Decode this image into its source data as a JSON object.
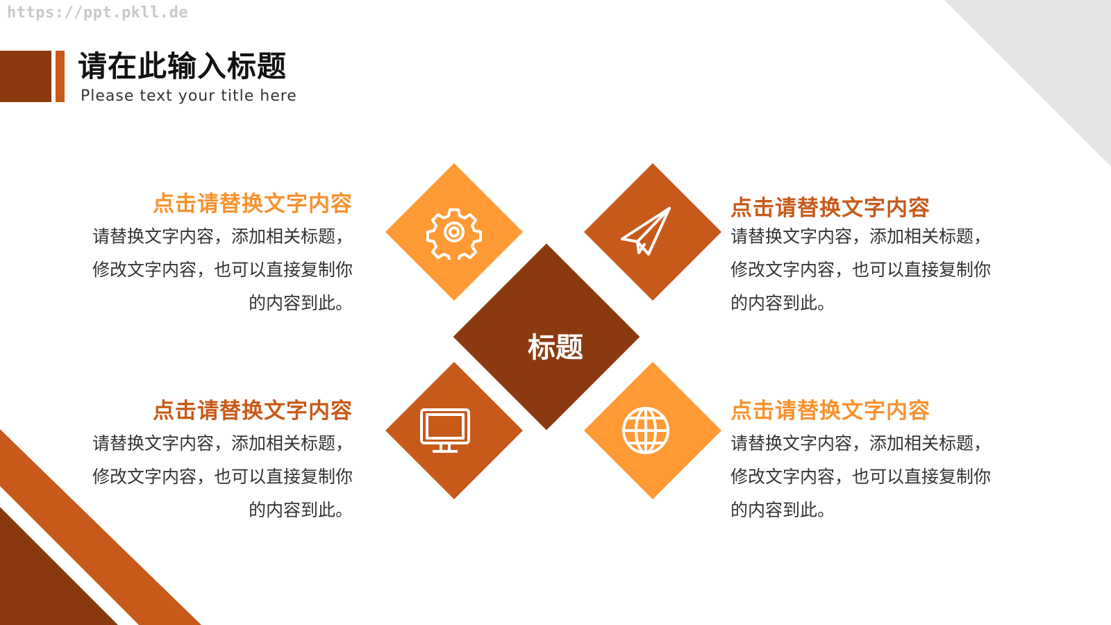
{
  "watermark": "https://ppt.pkll.de",
  "header": {
    "title": "请在此输入标题",
    "subtitle": "Please text your title here"
  },
  "center": {
    "label": "标题"
  },
  "items": [
    {
      "heading": "点击请替换文字内容",
      "line1": "请替换文字内容，添加相关标题，",
      "line2": "修改文字内容，也可以直接复制你",
      "line3": "的内容到此。",
      "icon": "gear-icon"
    },
    {
      "heading": "点击请替换文字内容",
      "line1": "请替换文字内容，添加相关标题，",
      "line2": "修改文字内容，也可以直接复制你",
      "line3": "的内容到此。",
      "icon": "paper-plane-icon"
    },
    {
      "heading": "点击请替换文字内容",
      "line1": "请替换文字内容，添加相关标题，",
      "line2": "修改文字内容，也可以直接复制你",
      "line3": "的内容到此。",
      "icon": "monitor-icon"
    },
    {
      "heading": "点击请替换文字内容",
      "line1": "请替换文字内容，添加相关标题，",
      "line2": "修改文字内容，也可以直接复制你",
      "line3": "的内容到此。",
      "icon": "globe-icon"
    }
  ],
  "colors": {
    "dark_brown": "#8B3A0F",
    "burnt_orange": "#C75A1A",
    "light_orange": "#FF9A35",
    "heading_orange": "#F7922E",
    "corner_gray": "#E6E6E6"
  }
}
